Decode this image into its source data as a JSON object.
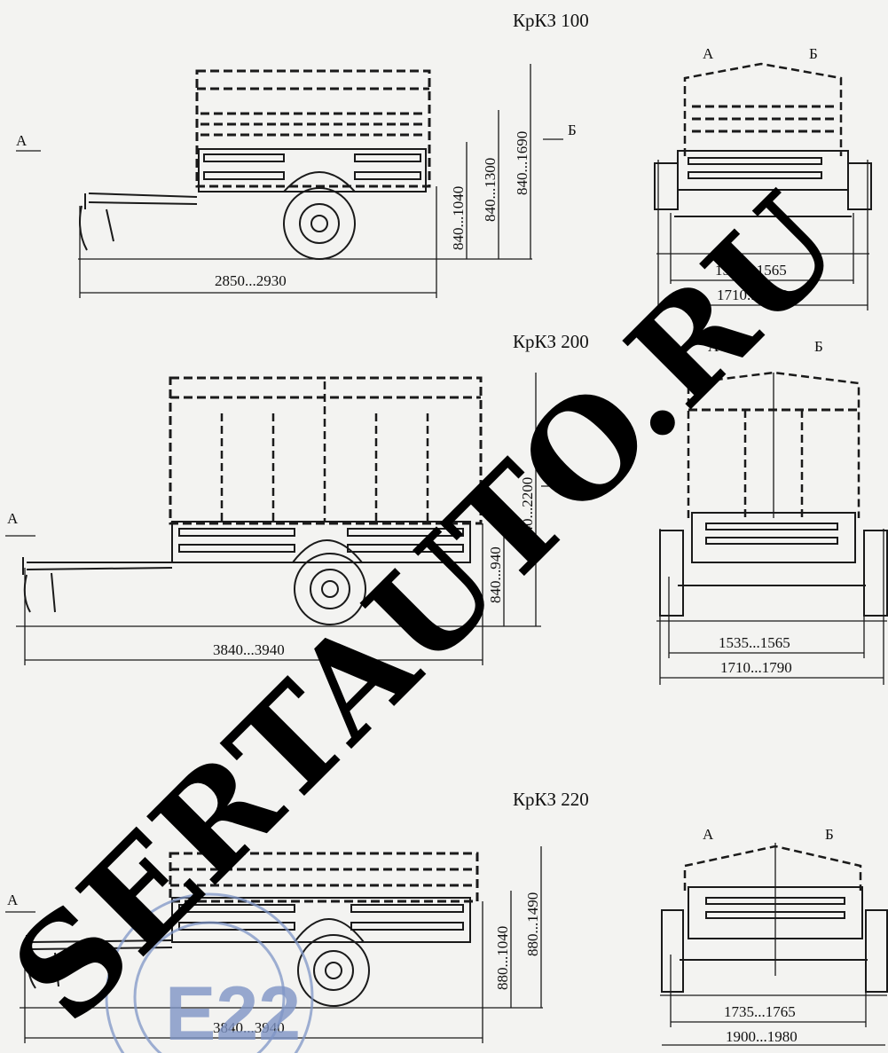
{
  "models": [
    {
      "title": "КрКЗ 100",
      "length": "2850...2930",
      "dims": [
        "840...1040",
        "840...1300",
        "840...1690"
      ],
      "width_inner": "1535...1565",
      "width_outer": "1710...1790"
    },
    {
      "title": "КрКЗ 200",
      "length": "3840...3940",
      "dims": [
        "840...940",
        "840...2200"
      ],
      "width_inner": "1535...1565",
      "width_outer": "1710...1790"
    },
    {
      "title": "КрКЗ 220",
      "length": "3840...3940",
      "dims": [
        "880...1040",
        "880...1490"
      ],
      "width_inner": "1735...1765",
      "width_outer": "1900...1980"
    }
  ],
  "view_labels": {
    "a": "А",
    "b": "Б"
  },
  "watermark": "SERTAUTO.RU",
  "stamp": {
    "text": "E22"
  }
}
